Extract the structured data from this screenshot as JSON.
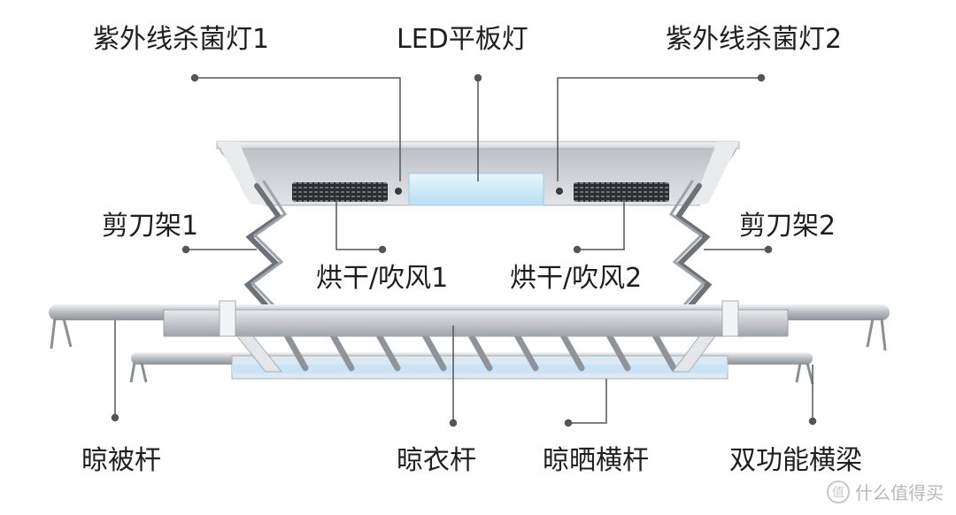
{
  "labels": {
    "uv_lamp_1": "紫外线杀菌灯1",
    "led_panel": "LED平板灯",
    "uv_lamp_2": "紫外线杀菌灯2",
    "scissor_1": "剪刀架1",
    "scissor_2": "剪刀架2",
    "dryer_1": "烘干/吹风1",
    "dryer_2": "烘干/吹风2",
    "quilt_rod": "晾被杆",
    "clothes_rod": "晾衣杆",
    "cross_rod": "晾晒横杆",
    "beam": "双功能横梁"
  },
  "watermark": {
    "icon": "值",
    "text": "什么值得买"
  },
  "colors": {
    "led_light": "#cfeaf8",
    "metal": "#c9ccd0",
    "leader": "#555555"
  }
}
